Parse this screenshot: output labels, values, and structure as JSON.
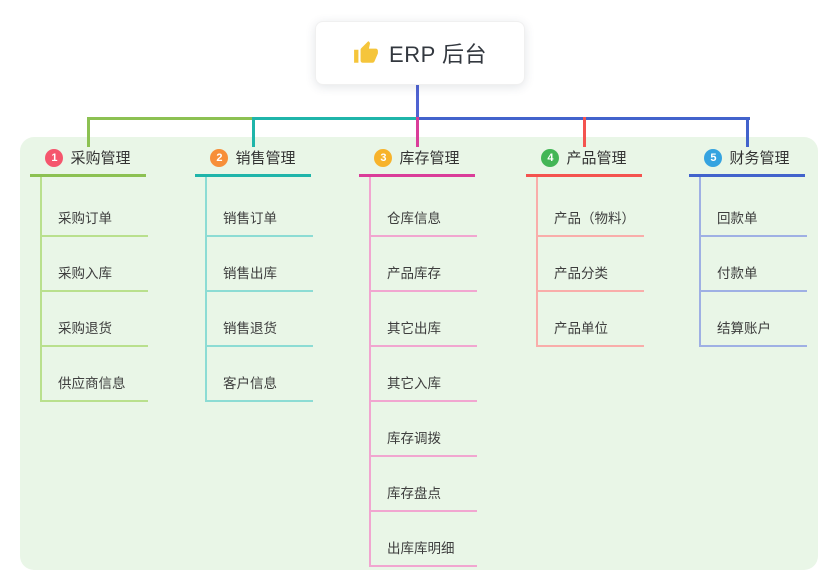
{
  "root": {
    "title": "ERP 后台",
    "icon": "thumbs-up-icon",
    "icon_color": "#f5c53b",
    "line_color": "#4f63d2"
  },
  "panel": {
    "background": "#e9f6e7"
  },
  "branches": [
    {
      "badge": "1",
      "badge_color": "#f5566d",
      "line_color": "#8cc152",
      "light_color": "#b9e08d",
      "label": "采购管理",
      "children": [
        "采购订单",
        "采购入库",
        "采购退货",
        "供应商信息"
      ]
    },
    {
      "badge": "2",
      "badge_color": "#f78f39",
      "line_color": "#1fb5aa",
      "light_color": "#8cdcd4",
      "label": "销售管理",
      "children": [
        "销售订单",
        "销售出库",
        "销售退货",
        "客户信息"
      ]
    },
    {
      "badge": "3",
      "badge_color": "#f7b32b",
      "line_color": "#da3d99",
      "light_color": "#f1a6d0",
      "label": "库存管理",
      "children": [
        "仓库信息",
        "产品库存",
        "其它出库",
        "其它入库",
        "库存调拨",
        "库存盘点",
        "出库库明细"
      ]
    },
    {
      "badge": "4",
      "badge_color": "#43b656",
      "line_color": "#f4534f",
      "light_color": "#f9adaa",
      "label": "产品管理",
      "children": [
        "产品（物料）",
        "产品分类",
        "产品单位"
      ]
    },
    {
      "badge": "5",
      "badge_color": "#35a3e0",
      "line_color": "#4263cc",
      "light_color": "#9fb0e4",
      "label": "财务管理",
      "children": [
        "回款单",
        "付款单",
        "结算账户"
      ]
    }
  ]
}
